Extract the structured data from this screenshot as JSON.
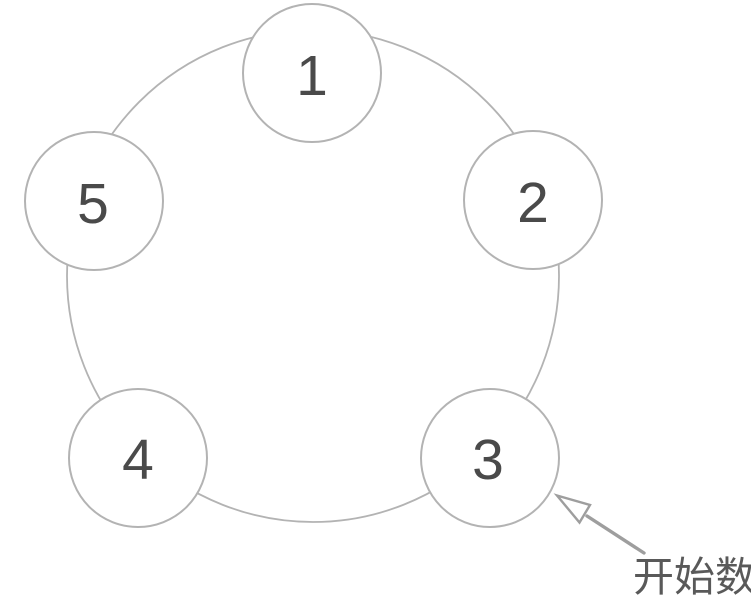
{
  "diagram": {
    "nodes": [
      {
        "label": "1"
      },
      {
        "label": "2"
      },
      {
        "label": "3"
      },
      {
        "label": "4"
      },
      {
        "label": "5"
      }
    ],
    "annotation": {
      "label": "开始数",
      "points_to_node": "3"
    },
    "colors": {
      "background": "#ffffff",
      "circle_stroke": "#b3b3b3",
      "number_text": "#4a4a4a",
      "arrow": "#9e9e9e",
      "annotation_text": "#595959"
    }
  }
}
